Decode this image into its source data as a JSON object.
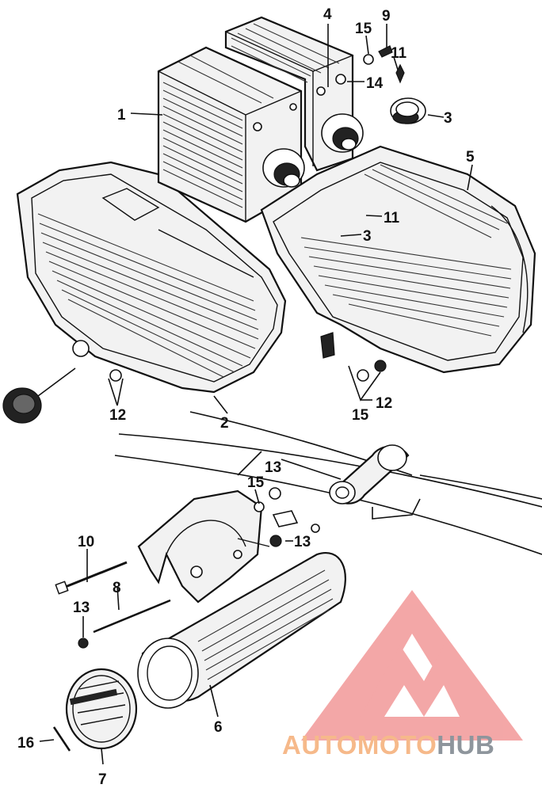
{
  "callouts": {
    "c1": "1",
    "c2": "2",
    "c3a": "3",
    "c3b": "3",
    "c4": "4",
    "c5": "5",
    "c6": "6",
    "c7": "7",
    "c8": "8",
    "c9": "9",
    "c10": "10",
    "c11a": "11",
    "c11b": "11",
    "c12a": "12",
    "c12b": "12",
    "c13a": "13",
    "c13b": "13",
    "c13c": "13",
    "c14": "14",
    "c15a": "15",
    "c15b": "15",
    "c15c": "15",
    "c16": "16"
  },
  "watermark": {
    "part1": "AUTO",
    "part2": "MOTO",
    "part3": "HUB",
    "color_light": "#f6b98a",
    "color_dark": "#8e959c",
    "logo_color": "#f08a8a"
  }
}
